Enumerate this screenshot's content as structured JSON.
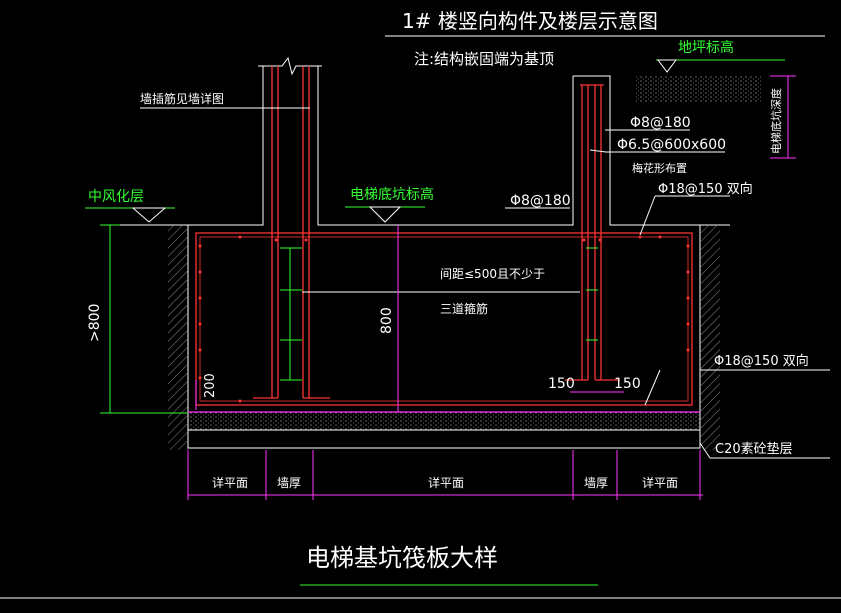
{
  "header": {
    "title": "1# 楼竖向构件及楼层示意图",
    "note": "注:结构嵌固端为基顶"
  },
  "labels": {
    "ground_level": "地坪标高",
    "pit_depth": "电梯底坑深度",
    "rebar_top": "Φ8@180",
    "tie_spacing": "Φ6.5@600x600",
    "tie_note": "梅花形布置",
    "rebar_top_right": "Φ18@150 双向",
    "rebar_bottom_right": "Φ18@150 双向",
    "cushion": "C20素砼垫层",
    "wall_detail_note": "墙插筋见墙详图",
    "weathered_layer": "中风化层",
    "pit_bottom_level": "电梯底坑标高",
    "rebar_mid": "Φ8@180",
    "stirrup_note_1": "间距≤500且不少于",
    "stirrup_note_2": "三道箍筋",
    "dim_thickness": "800",
    "dim_min_depth": ">800",
    "dim_200": "200",
    "dim_150_left": "150",
    "dim_150_right": "150"
  },
  "bottom_dims": [
    "详平面",
    "墙厚",
    "详平面",
    "墙厚",
    "详平面"
  ],
  "footer": {
    "title": "电梯基坑筏板大样"
  },
  "colors": {
    "background": "#000000",
    "outline": "#ffffff",
    "rebar": "#ff3333",
    "dimension": "#ff33ff",
    "annotation": "#33ff33",
    "leader": "#ffffff"
  }
}
